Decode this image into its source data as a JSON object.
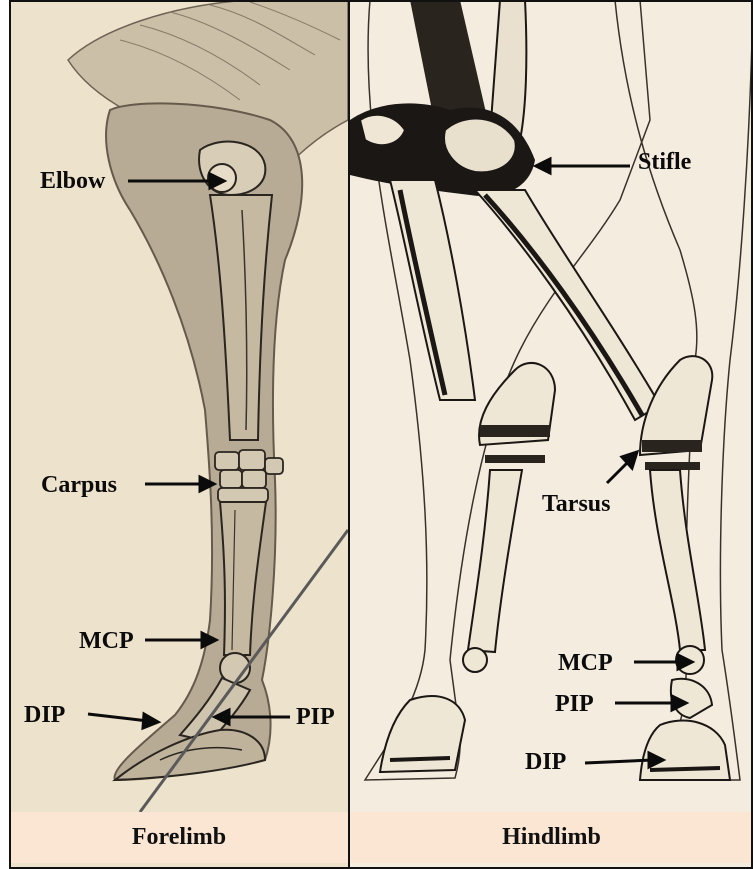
{
  "forelimb": {
    "caption": "Forelimb",
    "labels": {
      "elbow": "Elbow",
      "carpus": "Carpus",
      "mcp": "MCP",
      "dip": "DIP",
      "pip": "PIP"
    }
  },
  "hindlimb": {
    "caption": "Hindlimb",
    "labels": {
      "stifle": "Stifle",
      "tarsus": "Tarsus",
      "mcp": "MCP",
      "pip": "PIP",
      "dip": "DIP"
    }
  },
  "colors": {
    "forelimb_bg": "#ede2cc",
    "forelimb_tint": "#b7ab95",
    "hindlimb_bg": "#f4ecdf",
    "caption_bg": "#fbe6d4",
    "bone_ink": "#1a1714"
  }
}
